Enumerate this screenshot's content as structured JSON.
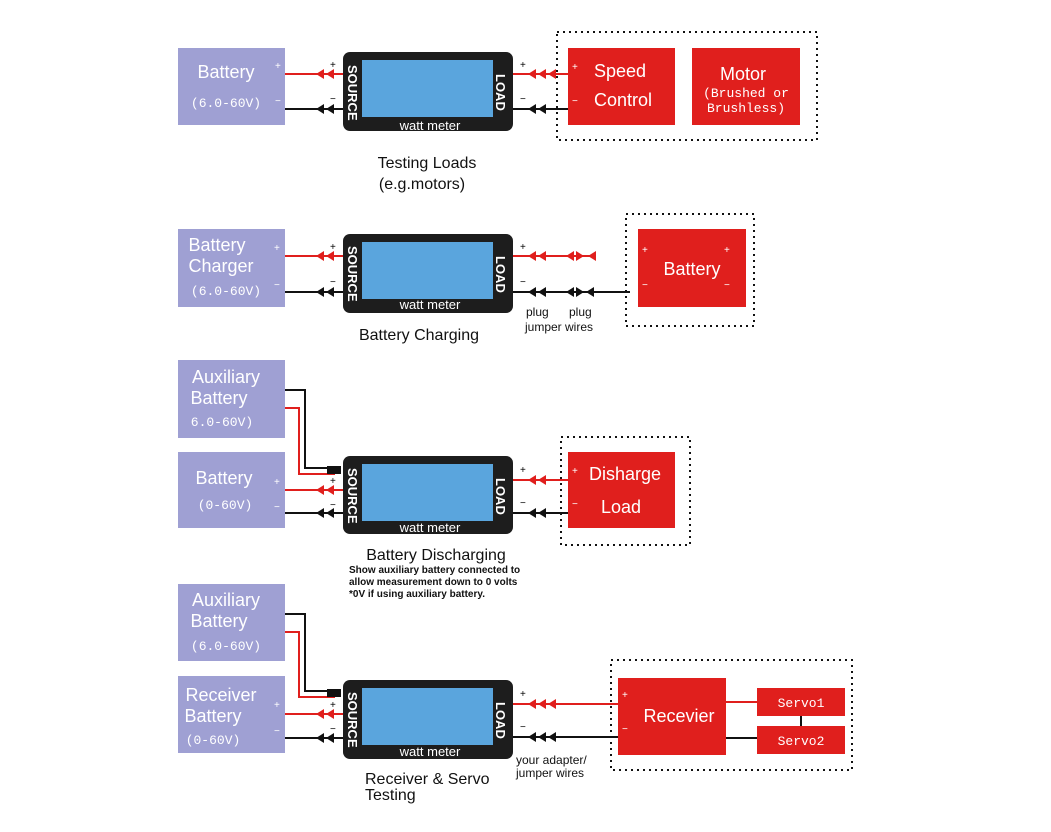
{
  "meter": {
    "label": "watt meter",
    "source": "SOURCE",
    "load": "LOAD"
  },
  "plus": "+",
  "minus": "−",
  "colors": {
    "meter": "#1d1d1d",
    "screen": "#5aa5dd",
    "source_box": "#9fa0d3",
    "load_box": "#e01f1d",
    "positive_wire": "#e01f1d",
    "negative_wire": "#111111"
  },
  "sections": [
    {
      "source": {
        "line1": "Battery",
        "line2": "(6.0-60V)"
      },
      "load_a": {
        "line1": "Speed",
        "line2": "Control"
      },
      "load_b": {
        "line1": "Motor",
        "line2": "(Brushed or",
        "line3": "Brushless)"
      },
      "caption1": "Testing Loads",
      "caption2": "(e.g.motors)"
    },
    {
      "source": {
        "line1": "Battery",
        "line2": "Charger",
        "line3": "(6.0-60V)"
      },
      "load": {
        "line1": "Battery"
      },
      "plug1": "plug",
      "plug2": "plug",
      "jumper": "jumper wires",
      "caption1": "Battery Charging"
    },
    {
      "aux": {
        "line1": "Auxiliary",
        "line2": "Battery",
        "line3": "6.0-60V)"
      },
      "source": {
        "line1": "Battery",
        "line2": "(0-60V)"
      },
      "load": {
        "line1": "Disharge",
        "line2": "Load"
      },
      "caption1": "Battery Discharging",
      "note1": "Show auxiliary battery connected to",
      "note2": "allow measurement down to 0 volts",
      "note3": "*0V if using auxiliary battery."
    },
    {
      "aux": {
        "line1": "Auxiliary",
        "line2": "Battery",
        "line3": "(6.0-60V)"
      },
      "source": {
        "line1": "Receiver",
        "line2": "Battery",
        "line3": "(0-60V)"
      },
      "receiver": "Recevier",
      "servo1": "Servo1",
      "servo2": "Servo2",
      "adapter1": "your adapter/",
      "adapter2": "jumper wires",
      "caption1": "Receiver & Servo",
      "caption2": "Testing"
    }
  ]
}
